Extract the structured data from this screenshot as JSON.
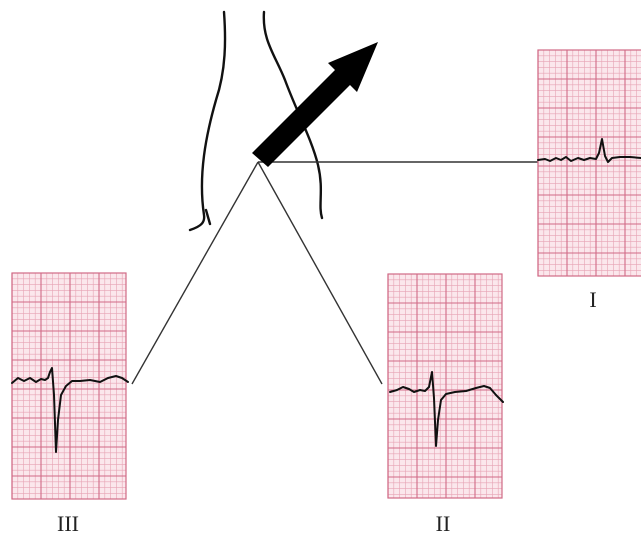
{
  "diagram": {
    "leads": [
      {
        "id": "lead-i",
        "label": "I"
      },
      {
        "id": "lead-ii",
        "label": "II"
      },
      {
        "id": "lead-iii",
        "label": "III"
      }
    ],
    "colors": {
      "grid_fine": "#e7a3b4",
      "grid_bold": "#d06a86",
      "grid_background": "#fbe7ec",
      "trace": "#111111",
      "arrow": "#000000"
    },
    "icons": {
      "axis_arrow": "arrow-icon",
      "torso": "torso-outline-icon"
    }
  }
}
